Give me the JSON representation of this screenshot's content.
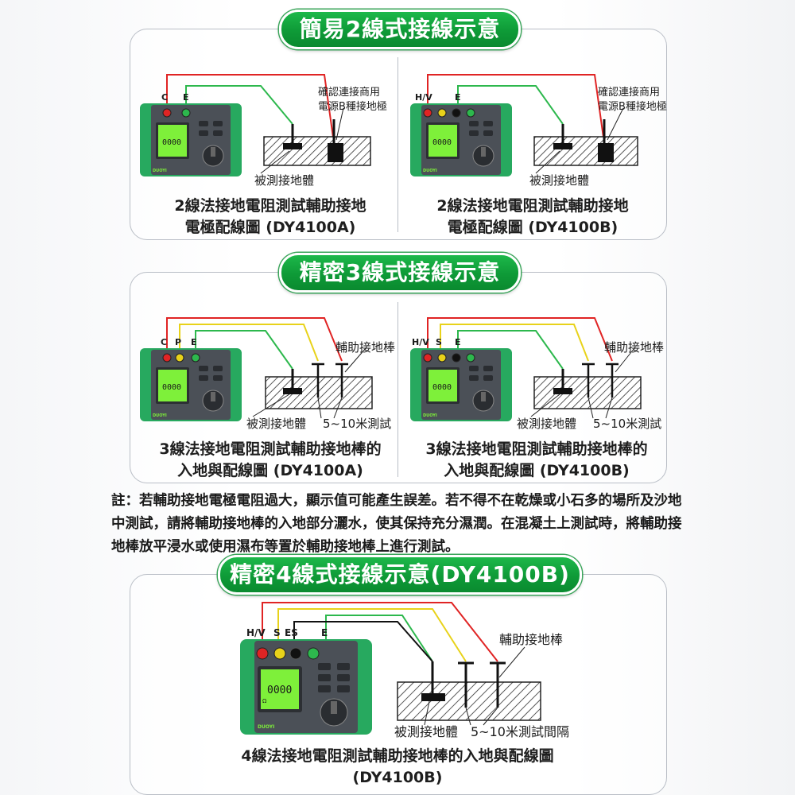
{
  "section1": {
    "title": "簡易2線式接線示意",
    "left": {
      "terminals": [
        "C",
        "E"
      ],
      "aux_label_line1": "確認連接商用",
      "aux_label_line2": "電源B種接地極",
      "target_label": "被測接地體",
      "caption_line1": "2線法接地電阻測試輔助接地",
      "caption_line2": "電極配線圖 (DY4100A)"
    },
    "right": {
      "terminals": [
        "H/V",
        "E"
      ],
      "aux_label_line1": "確認連接商用",
      "aux_label_line2": "電源B種接地極",
      "target_label": "被測接地體",
      "caption_line1": "2線法接地電阻測試輔助接地",
      "caption_line2": "電極配線圖 (DY4100B)"
    }
  },
  "section2": {
    "title": "精密3線式接線示意",
    "left": {
      "terminals": [
        "C",
        "P",
        "E"
      ],
      "aux_label": "輔助接地棒",
      "target_label": "被測接地體",
      "distance_label": "5~10米測試",
      "caption_line1": "3線法接地電阻測試輔助接地棒的",
      "caption_line2": "入地與配線圖 (DY4100A)"
    },
    "right": {
      "terminals": [
        "H/V",
        "S",
        "E"
      ],
      "aux_label": "輔助接地棒",
      "target_label": "被測接地體",
      "distance_label": "5~10米測試",
      "caption_line1": "3線法接地電阻測試輔助接地棒的",
      "caption_line2": "入地與配線圖 (DY4100B)"
    }
  },
  "note": "註：若輔助接地電極電阻過大，顯示值可能產生誤差。若不得不在乾燥或小石多的場所及沙地中測試，請將輔助接地棒的入地部分灑水，使其保持充分濕潤。在混凝土上測試時，將輔助接地棒放平浸水或使用濕布等置於輔助接地棒上進行測試。",
  "section3": {
    "title": "精密4線式接線示意(DY4100B)",
    "terminals": [
      "H/V",
      "S",
      "ES",
      "E"
    ],
    "aux_label": "輔助接地棒",
    "target_label": "被測接地體",
    "distance_label": "5~10米測試間隔",
    "caption_line1": "4線法接地電阻測試輔助接地棒的入地與配線圖",
    "caption_line2": "(DY4100B)"
  },
  "device": {
    "display_value": "0000",
    "display_unit": "Ω",
    "brand": "DUOYI"
  },
  "colors": {
    "green_title": "#0e9a37",
    "wire_red": "#e02424",
    "wire_yellow": "#e8d21a",
    "wire_green": "#2db84d",
    "device_body": "#27a95f",
    "lcd": "#7ef03a"
  }
}
